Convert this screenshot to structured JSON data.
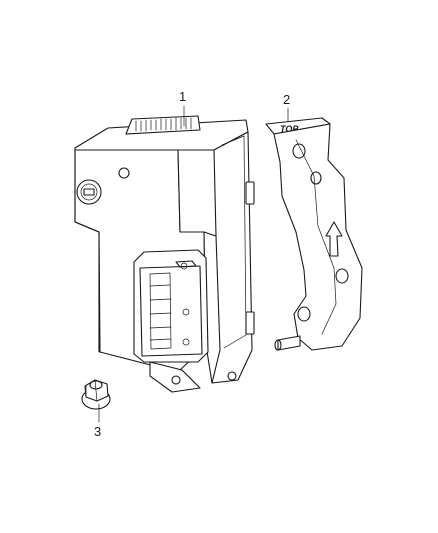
{
  "callouts": [
    {
      "id": "1",
      "label": "1"
    },
    {
      "id": "2",
      "label": "2"
    },
    {
      "id": "3",
      "label": "3"
    }
  ],
  "bracket_stamp": "TOP"
}
